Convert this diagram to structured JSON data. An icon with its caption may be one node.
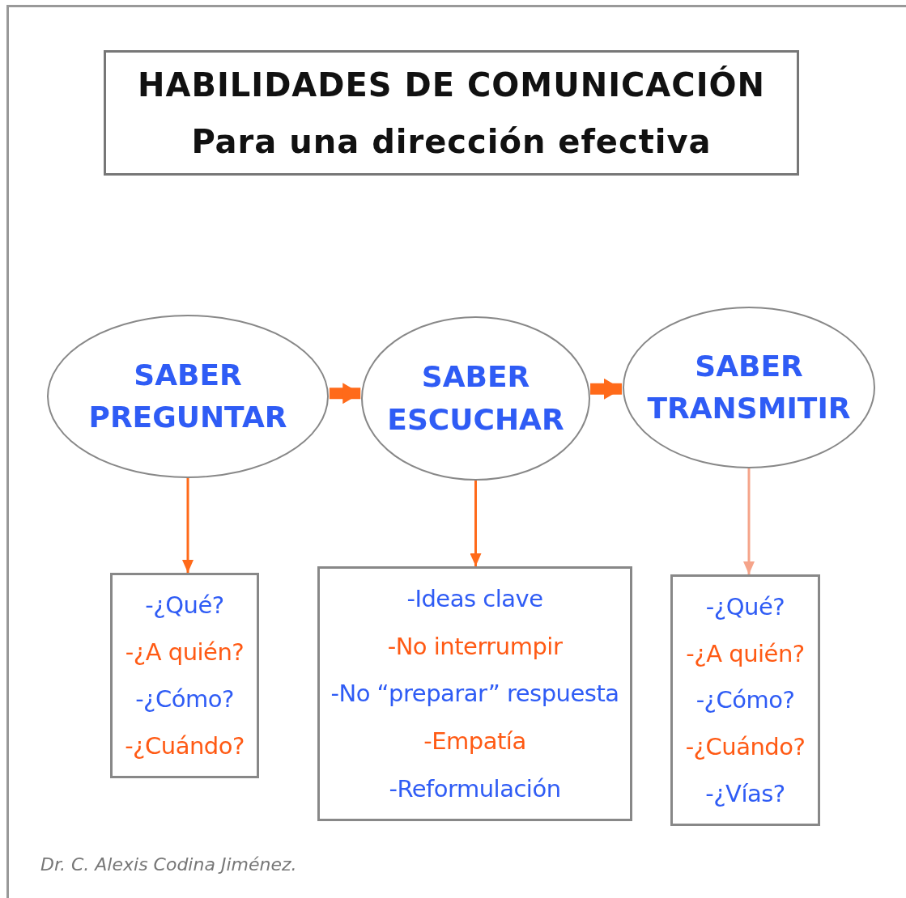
{
  "diagram": {
    "nodes": [
      {
        "text": [
          "HABILIDADES DE COMUNICACIÓN",
          "Para una dirección efectiva"
        ]
      },
      {
        "text": [
          "SABER PREGUNTAR"
        ]
      },
      {
        "text": [
          "SABER ESCUCHAR"
        ]
      },
      {
        "text": [
          "SABER TRANSMITIR"
        ]
      },
      {
        "text": [
          "-¿Qué?",
          "-¿A quién?",
          "-¿Cómo?",
          "-¿Cuándo?"
        ]
      },
      {
        "text": [
          "-Ideas clave",
          "-No interrumpir",
          "-No “preparar” respuesta",
          "-Empatía",
          "-Reformulación"
        ]
      },
      {
        "text": [
          "-¿Qué?",
          "-¿A quién?",
          "-¿Cómo?",
          "-¿Cuándo?",
          "-¿Vías?"
        ]
      }
    ],
    "edges": [
      {
        "from": 1,
        "to": 2,
        "arrow": "to",
        "style": "thick"
      },
      {
        "from": 2,
        "to": 3,
        "arrow": "to",
        "style": "thick"
      },
      {
        "from": 1,
        "to": 4,
        "arrow": "to"
      },
      {
        "from": 2,
        "to": 5,
        "arrow": "to"
      },
      {
        "from": 3,
        "to": 6,
        "arrow": "to",
        "color": "#f5a48a"
      }
    ],
    "labels": [
      "Dr. C. Alexis Codina Jiménez."
    ]
  }
}
